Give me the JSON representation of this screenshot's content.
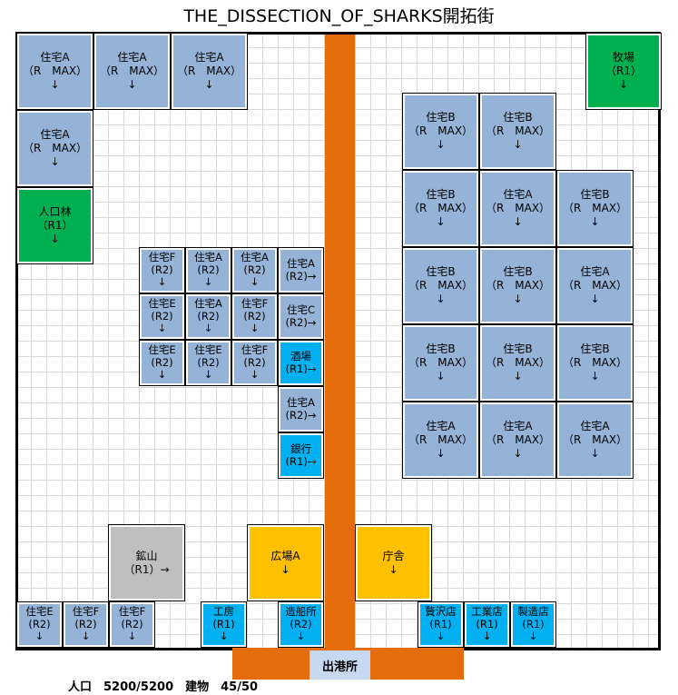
{
  "title": "THE_DISSECTION_OF_SHARKS開拓街",
  "port_label": "出港所",
  "stats": {
    "text": "人口　5200/5200　建物　45/50"
  },
  "colors": {
    "housing": "#95b3d7",
    "forest": "#00b050",
    "shop": "#00b0f0",
    "plaza": "#ffc000",
    "mine": "#bfbfbf",
    "street": "#e46c0a",
    "port": "#c6d9f1"
  },
  "buildings": [
    {
      "label": "住宅A\n（R　MAX）\n↓",
      "type": "housing",
      "size": "big"
    },
    {
      "label": "住宅A\n（R　MAX）\n↓",
      "type": "housing",
      "size": "big"
    },
    {
      "label": "住宅A\n（R　MAX）\n↓",
      "type": "housing",
      "size": "big"
    },
    {
      "label": "牧場\n（R1）\n↓",
      "type": "forest",
      "size": "big"
    },
    {
      "label": "住宅A\n（R　MAX）\n↓",
      "type": "housing",
      "size": "big"
    },
    {
      "label": "人口林\n（R1）\n↓",
      "type": "forest",
      "size": "big"
    },
    {
      "label": "住宅B\n（R　MAX）\n↓",
      "type": "housing",
      "size": "big"
    },
    {
      "label": "住宅B\n（R　MAX）\n↓",
      "type": "housing",
      "size": "big"
    },
    {
      "label": "住宅B\n（R　MAX）\n↓",
      "type": "housing",
      "size": "big"
    },
    {
      "label": "住宅A\n（R　MAX）\n↓",
      "type": "housing",
      "size": "big"
    },
    {
      "label": "住宅B\n（R　MAX）\n↓",
      "type": "housing",
      "size": "big"
    },
    {
      "label": "住宅B\n（R　MAX）\n↓",
      "type": "housing",
      "size": "big"
    },
    {
      "label": "住宅B\n（R　MAX）\n↓",
      "type": "housing",
      "size": "big"
    },
    {
      "label": "住宅A\n（R　MAX）\n↓",
      "type": "housing",
      "size": "big"
    },
    {
      "label": "住宅B\n（R　MAX）\n↓",
      "type": "housing",
      "size": "big"
    },
    {
      "label": "住宅B\n（R　MAX）\n↓",
      "type": "housing",
      "size": "big"
    },
    {
      "label": "住宅B\n（R　MAX）\n↓",
      "type": "housing",
      "size": "big"
    },
    {
      "label": "住宅A\n（R　MAX）\n↓",
      "type": "housing",
      "size": "big"
    },
    {
      "label": "住宅A\n（R　MAX）\n↓",
      "type": "housing",
      "size": "big"
    },
    {
      "label": "住宅A\n（R　MAX）\n↓",
      "type": "housing",
      "size": "big"
    },
    {
      "label": "住宅F\n(R2)\n↓",
      "type": "housing",
      "size": "small"
    },
    {
      "label": "住宅A\n(R2)\n↓",
      "type": "housing",
      "size": "small"
    },
    {
      "label": "住宅A\n(R2)\n↓",
      "type": "housing",
      "size": "small"
    },
    {
      "label": "住宅A\n(R2)→",
      "type": "housing",
      "size": "small"
    },
    {
      "label": "住宅E\n(R2)\n↓",
      "type": "housing",
      "size": "small"
    },
    {
      "label": "住宅A\n(R2)\n↓",
      "type": "housing",
      "size": "small"
    },
    {
      "label": "住宅F\n(R2)\n↓",
      "type": "housing",
      "size": "small"
    },
    {
      "label": "住宅C\n(R2)→",
      "type": "housing",
      "size": "small"
    },
    {
      "label": "住宅E\n(R2)\n↓",
      "type": "housing",
      "size": "small"
    },
    {
      "label": "住宅E\n(R2)\n↓",
      "type": "housing",
      "size": "small"
    },
    {
      "label": "住宅F\n(R2)\n↓",
      "type": "housing",
      "size": "small"
    },
    {
      "label": "酒場\n(R1)→",
      "type": "shop",
      "size": "small"
    },
    {
      "label": "住宅A\n(R2)→",
      "type": "housing",
      "size": "small"
    },
    {
      "label": "銀行\n(R1)→",
      "type": "shop",
      "size": "small"
    },
    {
      "label": "鉱山\n（R1）→",
      "type": "mine",
      "size": "big"
    },
    {
      "label": "広場A\n↓",
      "type": "plaza",
      "size": "big"
    },
    {
      "label": "庁舎\n↓",
      "type": "plaza",
      "size": "big"
    },
    {
      "label": "住宅E\n(R2)\n↓",
      "type": "housing",
      "size": "small"
    },
    {
      "label": "住宅F\n(R2)\n↓",
      "type": "housing",
      "size": "small"
    },
    {
      "label": "住宅F\n(R2)\n↓",
      "type": "housing",
      "size": "small"
    },
    {
      "label": "工房\n(R1)\n↓",
      "type": "shop",
      "size": "small"
    },
    {
      "label": "造船所\n(R2)\n↓",
      "type": "shop",
      "size": "small"
    },
    {
      "label": "贅沢店\n(R1)\n↓",
      "type": "shop",
      "size": "small"
    },
    {
      "label": "工業店\n(R1)\n↓",
      "type": "shop",
      "size": "small"
    },
    {
      "label": "製造店\n(R1)\n↓",
      "type": "shop",
      "size": "small"
    }
  ]
}
